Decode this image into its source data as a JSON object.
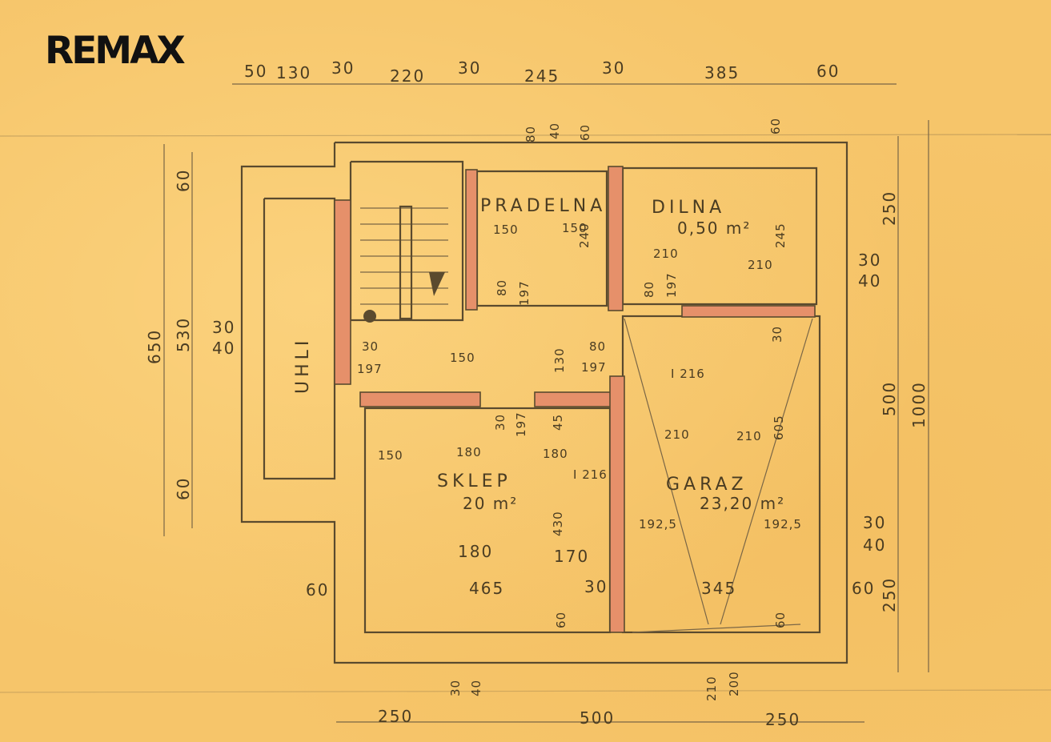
{
  "logo": {
    "text": "REMAX"
  },
  "rooms": {
    "pradelna": {
      "name": "PRADELNA"
    },
    "dilna": {
      "name": "DILNA",
      "area": "0,50 m²"
    },
    "sklep": {
      "name": "SKLEP",
      "area": "20 m²"
    },
    "garaz": {
      "name": "GARAZ",
      "area": "23,20 m²"
    },
    "uhli": {
      "name": "UHLI"
    }
  },
  "dimensions": {
    "top": [
      "50",
      "130",
      "30",
      "220",
      "30",
      "245",
      "30",
      "385",
      "60"
    ],
    "bottom": [
      "250",
      "500",
      "250"
    ],
    "left": [
      "650",
      "530",
      "60",
      "60",
      "30",
      "40"
    ],
    "right": [
      "250",
      "500",
      "1000",
      "250",
      "30",
      "40",
      "30",
      "40"
    ],
    "inner_pradelna": [
      "80",
      "40",
      "60",
      "150",
      "150",
      "240",
      "80",
      "197"
    ],
    "inner_dilna": [
      "60",
      "245",
      "210",
      "210",
      "80",
      "197"
    ],
    "inner_hall": [
      "30",
      "197",
      "150",
      "130",
      "80",
      "197",
      "I 216"
    ],
    "inner_sklep": [
      "150",
      "180",
      "180",
      "30",
      "197",
      "45",
      "I 216",
      "430",
      "180",
      "170",
      "465",
      "30",
      "60",
      "60",
      "30",
      "40"
    ],
    "inner_garaz": [
      "30",
      "210",
      "210",
      "605",
      "192,5",
      "192,5",
      "345",
      "60",
      "60",
      "210",
      "200"
    ]
  }
}
